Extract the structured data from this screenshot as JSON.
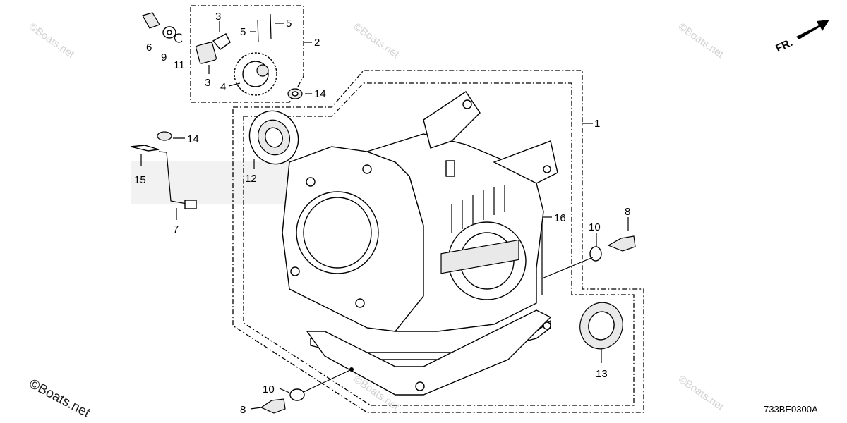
{
  "watermark": {
    "brand": "©Boats.net",
    "corner_text": "©Boats.net"
  },
  "direction_indicator": "FR.",
  "diagram_code": "733BE0300A",
  "callouts": [
    {
      "id": "c1",
      "text": "1"
    },
    {
      "id": "c2",
      "text": "2"
    },
    {
      "id": "c3a",
      "text": "3"
    },
    {
      "id": "c3b",
      "text": "3"
    },
    {
      "id": "c4",
      "text": "4"
    },
    {
      "id": "c5a",
      "text": "5"
    },
    {
      "id": "c5b",
      "text": "5"
    },
    {
      "id": "c6",
      "text": "6"
    },
    {
      "id": "c7",
      "text": "7"
    },
    {
      "id": "c8a",
      "text": "8"
    },
    {
      "id": "c8b",
      "text": "8"
    },
    {
      "id": "c9",
      "text": "9"
    },
    {
      "id": "c10a",
      "text": "10"
    },
    {
      "id": "c10b",
      "text": "10"
    },
    {
      "id": "c11",
      "text": "11"
    },
    {
      "id": "c12",
      "text": "12"
    },
    {
      "id": "c13",
      "text": "13"
    },
    {
      "id": "c14a",
      "text": "14"
    },
    {
      "id": "c14b",
      "text": "14"
    },
    {
      "id": "c15",
      "text": "15"
    },
    {
      "id": "c16",
      "text": "16"
    }
  ]
}
